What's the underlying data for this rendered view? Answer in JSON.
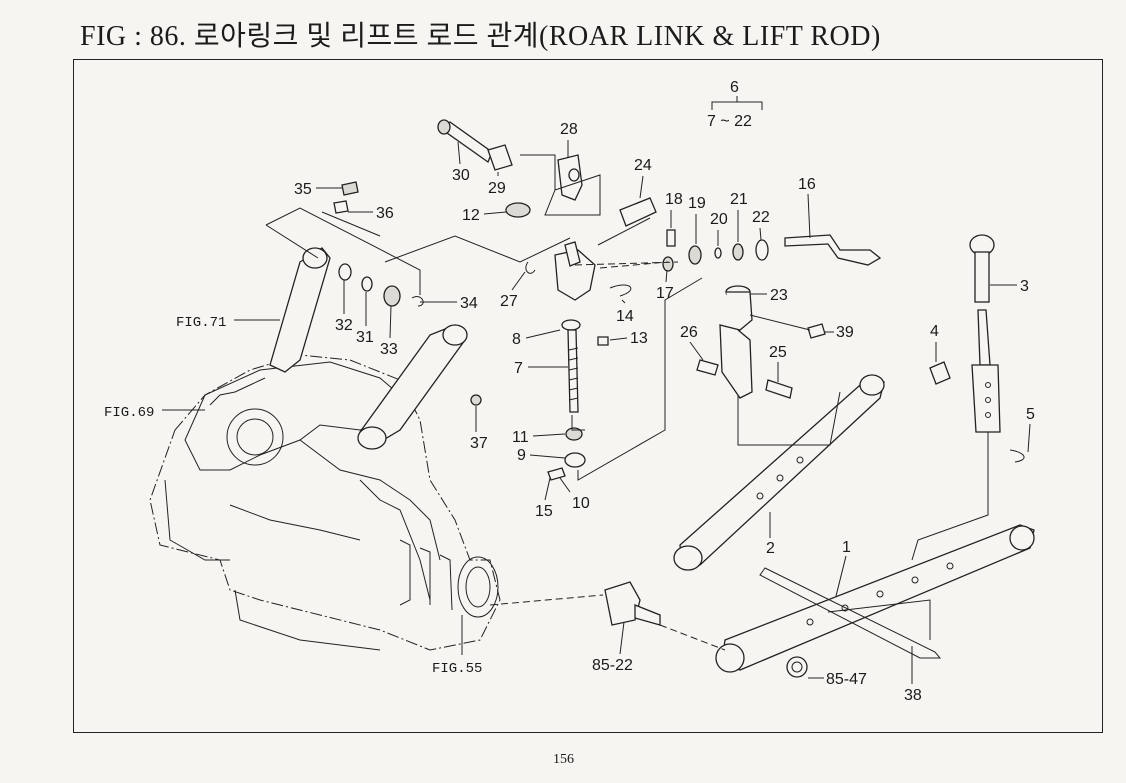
{
  "page": {
    "title": "FIG : 86. 로아링크 및 리프트 로드 관계(ROAR LINK & LIFT ROD)",
    "page_number": "156"
  },
  "group_label": {
    "number": "6",
    "range": "7 ~ 22"
  },
  "parts": [
    {
      "id": "p1",
      "label": "1"
    },
    {
      "id": "p2",
      "label": "2"
    },
    {
      "id": "p3",
      "label": "3"
    },
    {
      "id": "p4",
      "label": "4"
    },
    {
      "id": "p5",
      "label": "5"
    },
    {
      "id": "p7",
      "label": "7"
    },
    {
      "id": "p8",
      "label": "8"
    },
    {
      "id": "p9",
      "label": "9"
    },
    {
      "id": "p10",
      "label": "10"
    },
    {
      "id": "p11",
      "label": "11"
    },
    {
      "id": "p12",
      "label": "12"
    },
    {
      "id": "p13",
      "label": "13"
    },
    {
      "id": "p14",
      "label": "14"
    },
    {
      "id": "p15",
      "label": "15"
    },
    {
      "id": "p16",
      "label": "16"
    },
    {
      "id": "p17",
      "label": "17"
    },
    {
      "id": "p18",
      "label": "18"
    },
    {
      "id": "p19",
      "label": "19"
    },
    {
      "id": "p20",
      "label": "20"
    },
    {
      "id": "p21",
      "label": "21"
    },
    {
      "id": "p22",
      "label": "22"
    },
    {
      "id": "p23",
      "label": "23"
    },
    {
      "id": "p24",
      "label": "24"
    },
    {
      "id": "p25",
      "label": "25"
    },
    {
      "id": "p26",
      "label": "26"
    },
    {
      "id": "p27",
      "label": "27"
    },
    {
      "id": "p28",
      "label": "28"
    },
    {
      "id": "p29",
      "label": "29"
    },
    {
      "id": "p30",
      "label": "30"
    },
    {
      "id": "p31",
      "label": "31"
    },
    {
      "id": "p32",
      "label": "32"
    },
    {
      "id": "p33",
      "label": "33"
    },
    {
      "id": "p34",
      "label": "34"
    },
    {
      "id": "p35",
      "label": "35"
    },
    {
      "id": "p36",
      "label": "36"
    },
    {
      "id": "p37",
      "label": "37"
    },
    {
      "id": "p38",
      "label": "38"
    },
    {
      "id": "p39",
      "label": "39"
    },
    {
      "id": "p85_22",
      "label": "85-22"
    },
    {
      "id": "p85_47",
      "label": "85-47"
    }
  ],
  "figure_refs": [
    {
      "id": "fig71",
      "label": "FIG.71"
    },
    {
      "id": "fig69",
      "label": "FIG.69"
    },
    {
      "id": "fig55",
      "label": "FIG.55"
    }
  ]
}
